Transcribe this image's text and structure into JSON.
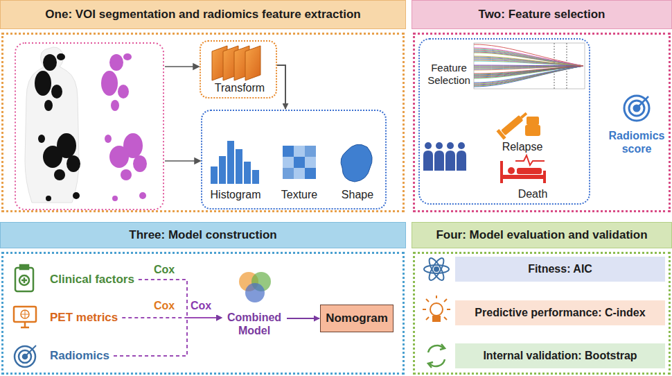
{
  "diagram": {
    "nodes": [
      {
        "text": [
          "One: VOI segmentation and radiomics feature extraction"
        ]
      },
      {
        "text": [
          "Transform"
        ],
        "in": 0
      },
      {
        "text": [
          "Histogram",
          "Texture",
          "Shape"
        ],
        "in": 0
      },
      {
        "text": [
          "Two: Feature selection",
          "Radiomics score"
        ]
      },
      {
        "text": [
          "Feature Selection",
          "Relapse",
          "Death"
        ],
        "in": 3
      },
      {
        "text": [
          "Three: Model construction"
        ]
      },
      {
        "text": [
          "Clinical factors"
        ],
        "in": 5
      },
      {
        "text": [
          "PET metrics"
        ],
        "in": 5
      },
      {
        "text": [
          "Radiomics"
        ],
        "in": 5
      },
      {
        "text": [
          "Combined Model"
        ],
        "in": 5
      },
      {
        "text": [
          "Nomogram"
        ],
        "in": 5
      },
      {
        "text": [
          "Four: Model evaluation and validation"
        ]
      },
      {
        "text": [
          "Fitness: AIC"
        ],
        "in": 11
      },
      {
        "text": [
          "Predictive performance: C-index"
        ],
        "in": 11
      },
      {
        "text": [
          "Internal validation: Bootstrap"
        ],
        "in": 11
      }
    ],
    "edges": [
      {
        "from": 1,
        "to": 2,
        "arrow": "to"
      },
      {
        "from": 6,
        "to": 9,
        "label": "Cox",
        "arrow": "to"
      },
      {
        "from": 7,
        "to": 9,
        "label": "Cox",
        "arrow": "to"
      },
      {
        "from": 8,
        "to": 9,
        "arrow": "to"
      },
      {
        "from": 9,
        "to": 10,
        "arrow": "to"
      }
    ],
    "labels": [
      "Cox"
    ]
  }
}
